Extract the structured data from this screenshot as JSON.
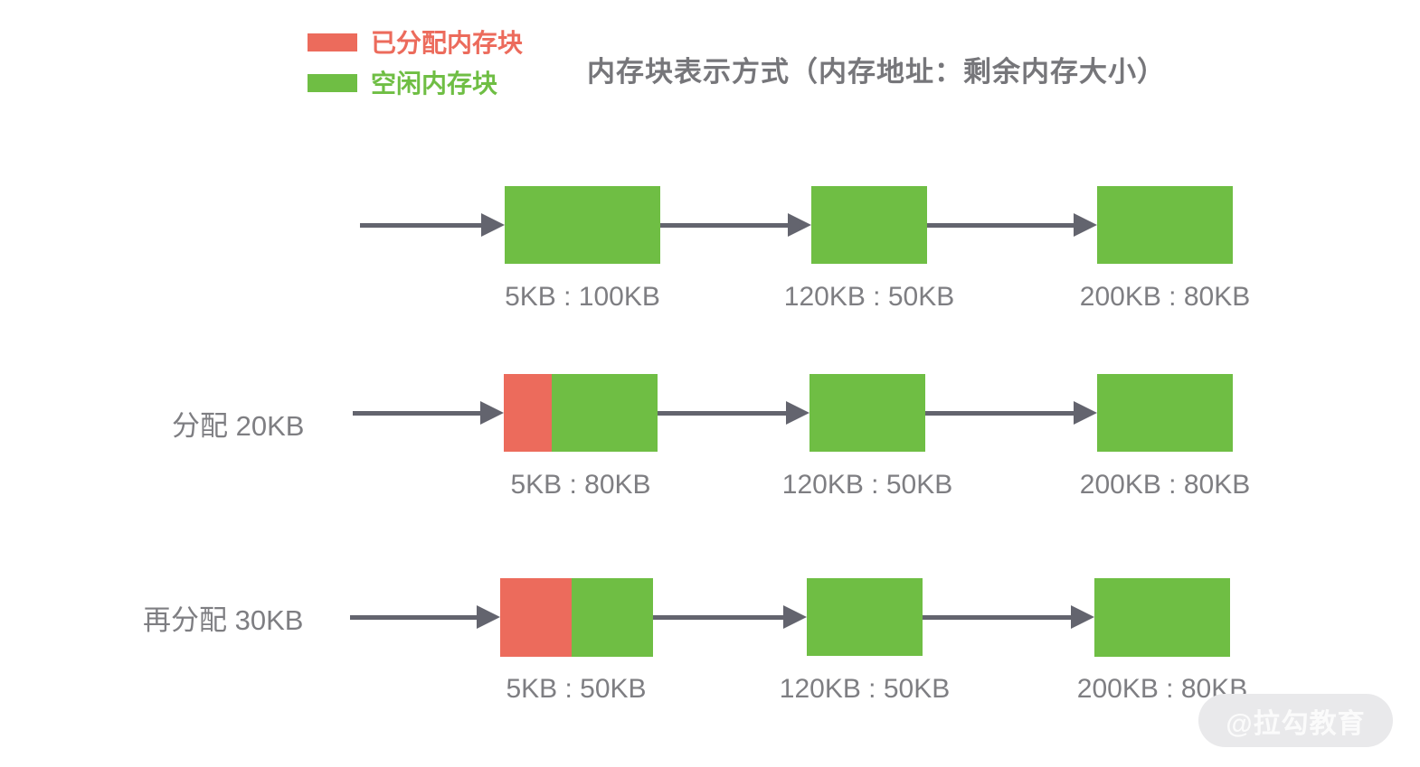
{
  "title": "内存块表示方式（内存地址：剩余内存大小）",
  "legend": {
    "items": [
      {
        "name": "allocated",
        "label": "已分配内存块",
        "color": "#EC6B5C"
      },
      {
        "name": "free",
        "label": "空闲内存块",
        "color": "#6FBE44"
      }
    ]
  },
  "colors": {
    "allocated_block": "#EC6B5C",
    "free_block": "#6FBE44",
    "arrow": "#63646E",
    "label_text": "#7E7E82",
    "title_text": "#76767A",
    "watermark_bg": "#E9E9EB",
    "watermark_text": "#FBFBFB"
  },
  "rows": [
    {
      "action_label": "",
      "blocks": [
        {
          "label": "5KB : 100KB",
          "allocated_percent": 0
        },
        {
          "label": "120KB : 50KB",
          "allocated_percent": 0
        },
        {
          "label": "200KB : 80KB",
          "allocated_percent": 0
        }
      ]
    },
    {
      "action_label": "分配 20KB",
      "blocks": [
        {
          "label": "5KB : 80KB",
          "allocated_percent": 31
        },
        {
          "label": "120KB : 50KB",
          "allocated_percent": 0
        },
        {
          "label": "200KB : 80KB",
          "allocated_percent": 0
        }
      ]
    },
    {
      "action_label": "再分配 30KB",
      "blocks": [
        {
          "label": "5KB : 50KB",
          "allocated_percent": 47
        },
        {
          "label": "120KB : 50KB",
          "allocated_percent": 0
        },
        {
          "label": "200KB : 80KB",
          "allocated_percent": 0
        }
      ]
    }
  ],
  "watermark": "@拉勾教育"
}
